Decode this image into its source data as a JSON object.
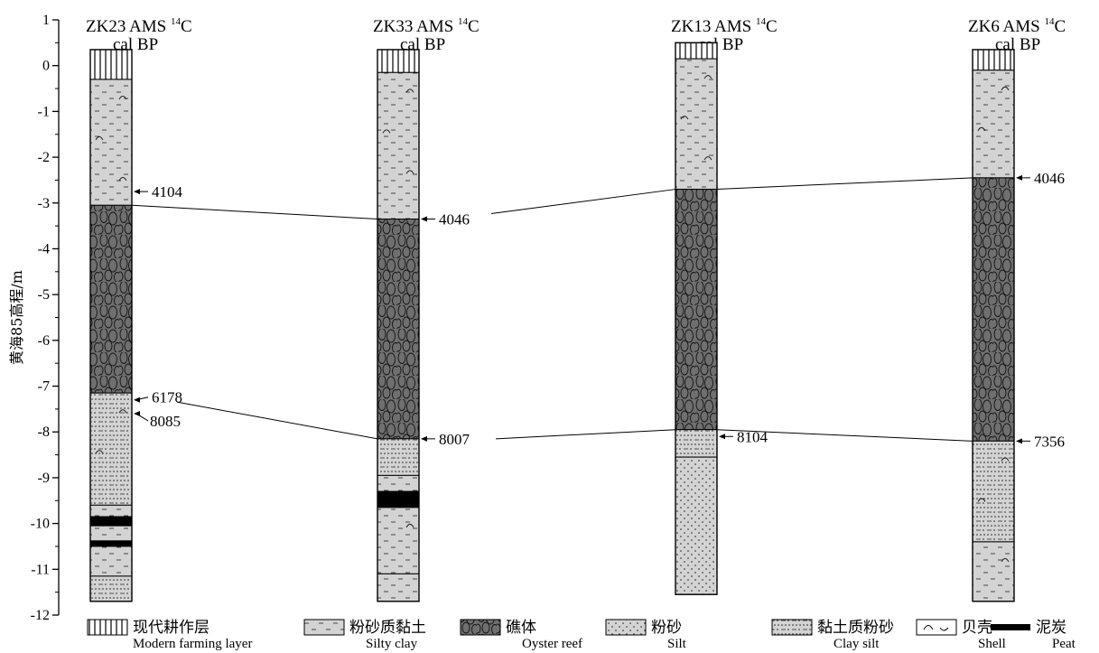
{
  "y_axis": {
    "label": "黄海85高程/m",
    "range": [
      -12,
      1
    ],
    "ticks": [
      "1",
      "0",
      "-1",
      "-2",
      "-3",
      "-4",
      "-5",
      "-6",
      "-7",
      "-8",
      "-9",
      "-10",
      "-11",
      "-12"
    ]
  },
  "boreholes": [
    {
      "name": "ZK23",
      "header_line1": "ZK23 AMS",
      "header_sup": "14",
      "header_c": "C",
      "header_line2": "cal BP",
      "layers": [
        {
          "type": "farming",
          "top": 0.35,
          "bottom": -0.3
        },
        {
          "type": "silty_clay",
          "top": -0.3,
          "bottom": -3.05
        },
        {
          "type": "oyster",
          "top": -3.05,
          "bottom": -7.15
        },
        {
          "type": "clay_silt",
          "top": -7.15,
          "bottom": -9.6
        },
        {
          "type": "silty_clay",
          "top": -9.6,
          "bottom": -9.85
        },
        {
          "type": "peat",
          "top": -9.85,
          "bottom": -10.05
        },
        {
          "type": "silty_clay",
          "top": -10.05,
          "bottom": -10.38
        },
        {
          "type": "peat",
          "top": -10.38,
          "bottom": -10.5
        },
        {
          "type": "silty_clay",
          "top": -10.5,
          "bottom": -11.15
        },
        {
          "type": "clay_silt",
          "top": -11.15,
          "bottom": -11.7
        }
      ],
      "dates": [
        {
          "label": "4104",
          "depth": -2.75
        },
        {
          "label": "6178",
          "depth": -7.3
        },
        {
          "label": "8085",
          "depth": -7.6
        }
      ]
    },
    {
      "name": "ZK33",
      "header_line1": "ZK33 AMS",
      "header_sup": "14",
      "header_c": "C",
      "header_line2": "cal BP",
      "layers": [
        {
          "type": "farming",
          "top": 0.35,
          "bottom": -0.15
        },
        {
          "type": "silty_clay",
          "top": -0.15,
          "bottom": -3.35
        },
        {
          "type": "oyster",
          "top": -3.35,
          "bottom": -8.15
        },
        {
          "type": "clay_silt",
          "top": -8.15,
          "bottom": -8.95
        },
        {
          "type": "silty_clay",
          "top": -8.95,
          "bottom": -9.3
        },
        {
          "type": "peat",
          "top": -9.3,
          "bottom": -9.65
        },
        {
          "type": "silty_clay",
          "top": -9.65,
          "bottom": -11.1
        },
        {
          "type": "silty_clay",
          "top": -11.1,
          "bottom": -11.7
        }
      ],
      "dates": [
        {
          "label": "4046",
          "depth": -3.35
        },
        {
          "label": "8007",
          "depth": -8.15
        }
      ]
    },
    {
      "name": "ZK13",
      "header_line1": "ZK13 AMS",
      "header_sup": "14",
      "header_c": "C",
      "header_line2": "cal BP",
      "layers": [
        {
          "type": "farming",
          "top": 0.5,
          "bottom": 0.15
        },
        {
          "type": "silty_clay",
          "top": 0.15,
          "bottom": -2.7
        },
        {
          "type": "oyster",
          "top": -2.7,
          "bottom": -7.95
        },
        {
          "type": "clay_silt",
          "top": -7.95,
          "bottom": -8.55
        },
        {
          "type": "silt",
          "top": -8.55,
          "bottom": -11.55
        }
      ],
      "dates": [
        {
          "label": "8104",
          "depth": -8.1
        }
      ]
    },
    {
      "name": "ZK6",
      "header_line1": "ZK6 AMS",
      "header_sup": "14",
      "header_c": "C",
      "header_line2": "cal BP",
      "layers": [
        {
          "type": "farming",
          "top": 0.35,
          "bottom": -0.1
        },
        {
          "type": "silty_clay",
          "top": -0.1,
          "bottom": -2.45
        },
        {
          "type": "oyster",
          "top": -2.45,
          "bottom": -8.2
        },
        {
          "type": "clay_silt",
          "top": -8.2,
          "bottom": -10.4
        },
        {
          "type": "silty_clay",
          "top": -10.4,
          "bottom": -11.7
        }
      ],
      "dates": [
        {
          "label": "4046",
          "depth": -2.45
        },
        {
          "label": "7356",
          "depth": -8.2
        }
      ]
    }
  ],
  "legend": [
    {
      "type": "farming",
      "cn": "现代耕作层",
      "en": "Modern farming layer"
    },
    {
      "type": "silty_clay",
      "cn": "粉砂质黏土",
      "en": "Silty clay"
    },
    {
      "type": "oyster",
      "cn": "礁体",
      "en": "Oyster reef"
    },
    {
      "type": "silt",
      "cn": "粉砂",
      "en": "Silt"
    },
    {
      "type": "clay_silt",
      "cn": "黏土质粉砂",
      "en": "Clay silt"
    },
    {
      "type": "shell",
      "cn": "贝壳",
      "en": "Shell"
    },
    {
      "type": "peat",
      "cn": "泥炭",
      "en": "Peat"
    }
  ],
  "colors": {
    "fill_light": "#d3d3d3",
    "fill_oyster": "#6f6f6f",
    "peat": "#000000",
    "line": "#000000"
  }
}
